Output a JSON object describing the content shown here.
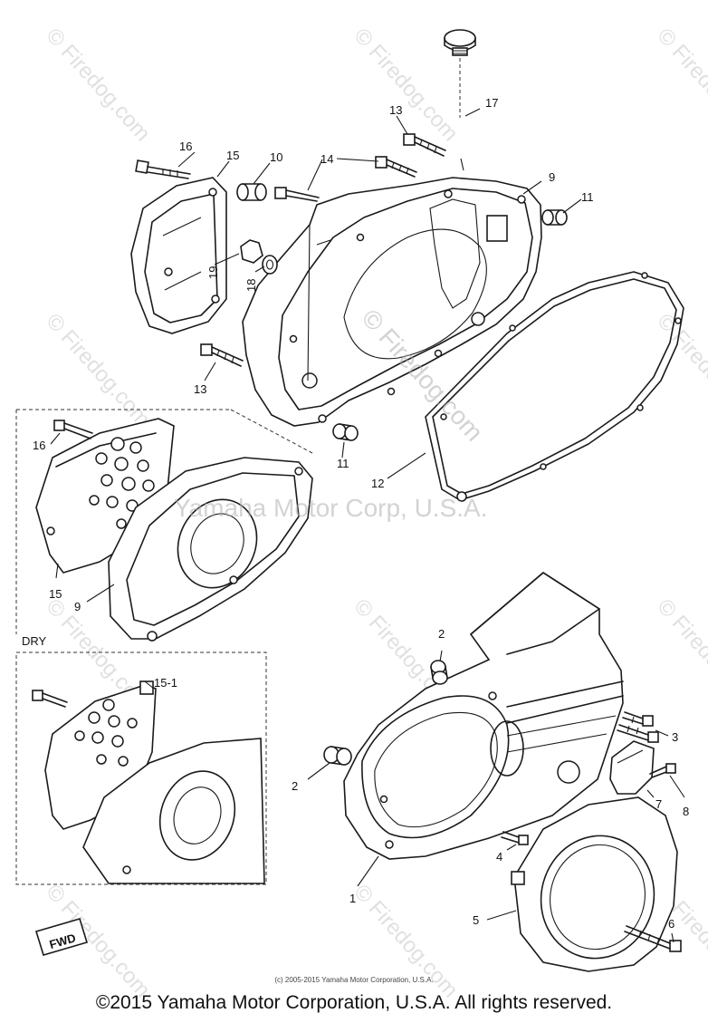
{
  "diagram": {
    "labels": {
      "l1": "1",
      "l2a": "2",
      "l2b": "2",
      "l3": "3",
      "l4": "4",
      "l5": "5",
      "l6": "6",
      "l7": "7",
      "l8": "8",
      "l9a": "9",
      "l9b": "9",
      "l10": "10",
      "l11a": "11",
      "l11b": "11",
      "l12": "12",
      "l13a": "13",
      "l13b": "13",
      "l14": "14",
      "l15a": "15",
      "l15b": "15",
      "l15_1": "15-1",
      "l16a": "16",
      "l16b": "16",
      "l17": "17",
      "l18": "18",
      "l19": "19"
    },
    "dry_label": "DRY",
    "fwd_label": "FWD"
  },
  "watermarks": {
    "site": "© Firedog.com",
    "center": "© Firedog.com",
    "company": "Yamaha Motor Corp, U.S.A."
  },
  "footer": {
    "small_copyright": "(c) 2005-2015 Yamaha Motor Corporation, U.S.A.",
    "copyright": "©2015 Yamaha Motor Corporation, U.S.A. All rights reserved."
  }
}
